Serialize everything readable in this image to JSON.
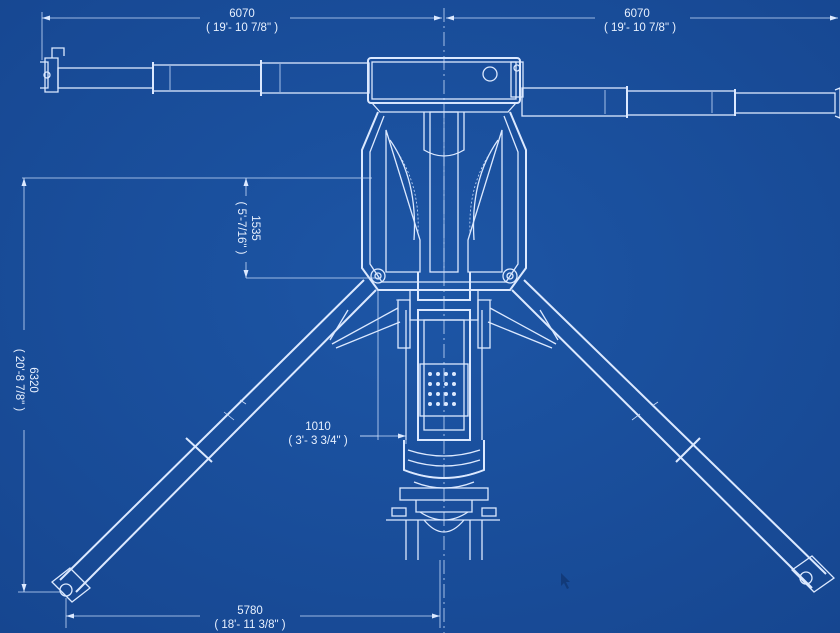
{
  "dimensions": {
    "top_left": {
      "mm": "6070",
      "imperial": "( 19'- 10 7/8\" )"
    },
    "top_right": {
      "mm": "6070",
      "imperial": "( 19'- 10 7/8\" )"
    },
    "vertical_upper": {
      "mm": "1535",
      "imperial": "( 5'-7/16\" )"
    },
    "vertical_total": {
      "mm": "6320",
      "imperial": "( 20'-8 7/8\" )"
    },
    "pivot_offset": {
      "mm": "1010",
      "imperial": "( 3'- 3 3/4\" )"
    },
    "bottom_span": {
      "mm": "5780",
      "imperial": "( 18'- 11 3/8\" )"
    }
  },
  "colors": {
    "background": "#1a4f9c",
    "line": "#dce9ff"
  }
}
